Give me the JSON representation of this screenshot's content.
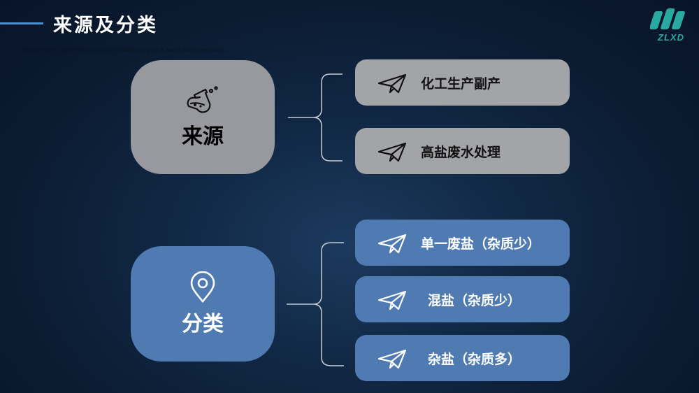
{
  "header": {
    "title": "来源及分类",
    "subtitle": "Wastewater generated feature in doing ong wt is each step operation"
  },
  "logo": {
    "text": "ZLXD",
    "color": "#2aa9a0",
    "icon": "zlxd-logo-icon"
  },
  "source": {
    "label": "来源",
    "icon": "flask-icon",
    "color": "#97999e",
    "items": [
      {
        "label": "化工生产副产",
        "icon": "paper-plane-icon"
      },
      {
        "label": "高盐废水处理",
        "icon": "paper-plane-icon"
      }
    ]
  },
  "classification": {
    "label": "分类",
    "icon": "location-pin-icon",
    "color": "#4f7bb2",
    "items": [
      {
        "label": "单一废盐（杂质少）",
        "icon": "paper-plane-icon"
      },
      {
        "label": "混盐（杂质少）",
        "icon": "paper-plane-icon"
      },
      {
        "label": "杂盐（杂质多）",
        "icon": "paper-plane-icon"
      }
    ]
  }
}
